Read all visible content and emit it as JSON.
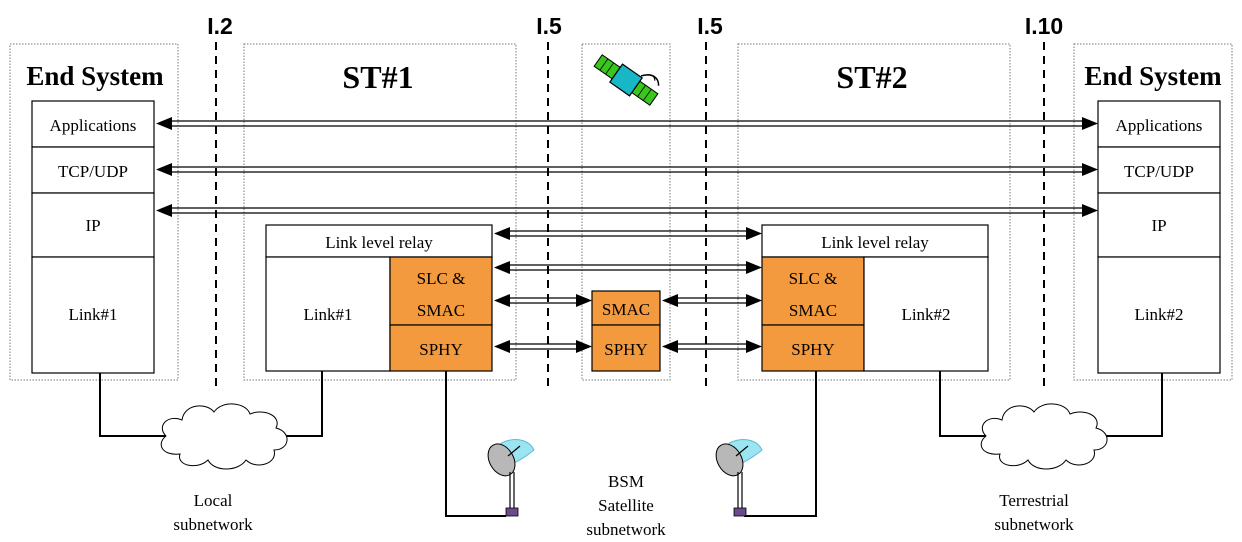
{
  "interfaces": {
    "i2": "I.2",
    "i5a": "I.5",
    "i5b": "I.5",
    "i10": "I.10"
  },
  "left_end": {
    "title": "End System",
    "layers": {
      "apps": "Applications",
      "tcp": "TCP/UDP",
      "ip": "IP",
      "link": "Link#1"
    }
  },
  "st1": {
    "title": "ST#1",
    "relay": "Link level relay",
    "link": "Link#1",
    "slc_line1": "SLC &",
    "slc_line2": "SMAC",
    "sphy": "SPHY"
  },
  "satellite": {
    "smac": "SMAC",
    "sphy": "SPHY"
  },
  "st2": {
    "title": "ST#2",
    "relay": "Link level relay",
    "link": "Link#2",
    "slc_line1": "SLC &",
    "slc_line2": "SMAC",
    "sphy": "SPHY"
  },
  "right_end": {
    "title": "End System",
    "layers": {
      "apps": "Applications",
      "tcp": "TCP/UDP",
      "ip": "IP",
      "link": "Link#2"
    }
  },
  "subnetworks": {
    "local_line1": "Local",
    "local_line2": "subnetwork",
    "bsm_line1": "BSM",
    "bsm_line2": "Satellite",
    "bsm_line3": "subnetwork",
    "terr_line1": "Terrestrial",
    "terr_line2": "subnetwork"
  },
  "colors": {
    "orange": "#f39a3e",
    "satellite_body": "#18b7c7",
    "satellite_panel": "#39c61d",
    "dish": "#9be5f2"
  }
}
